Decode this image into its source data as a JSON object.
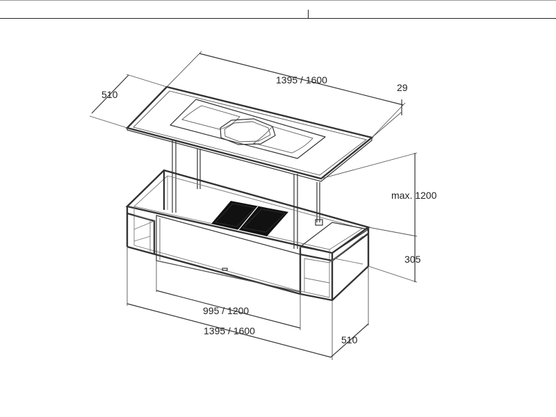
{
  "dimensions": {
    "hood_width": "1395 / 1600",
    "hood_depth": "510",
    "hood_thickness": "29",
    "max_height": "max. 1200",
    "base_height": "305",
    "inner_width": "995 / 1200",
    "base_width": "1395 / 1600",
    "base_depth": "510"
  },
  "colors": {
    "line": "#333333",
    "hob": "#111111"
  }
}
